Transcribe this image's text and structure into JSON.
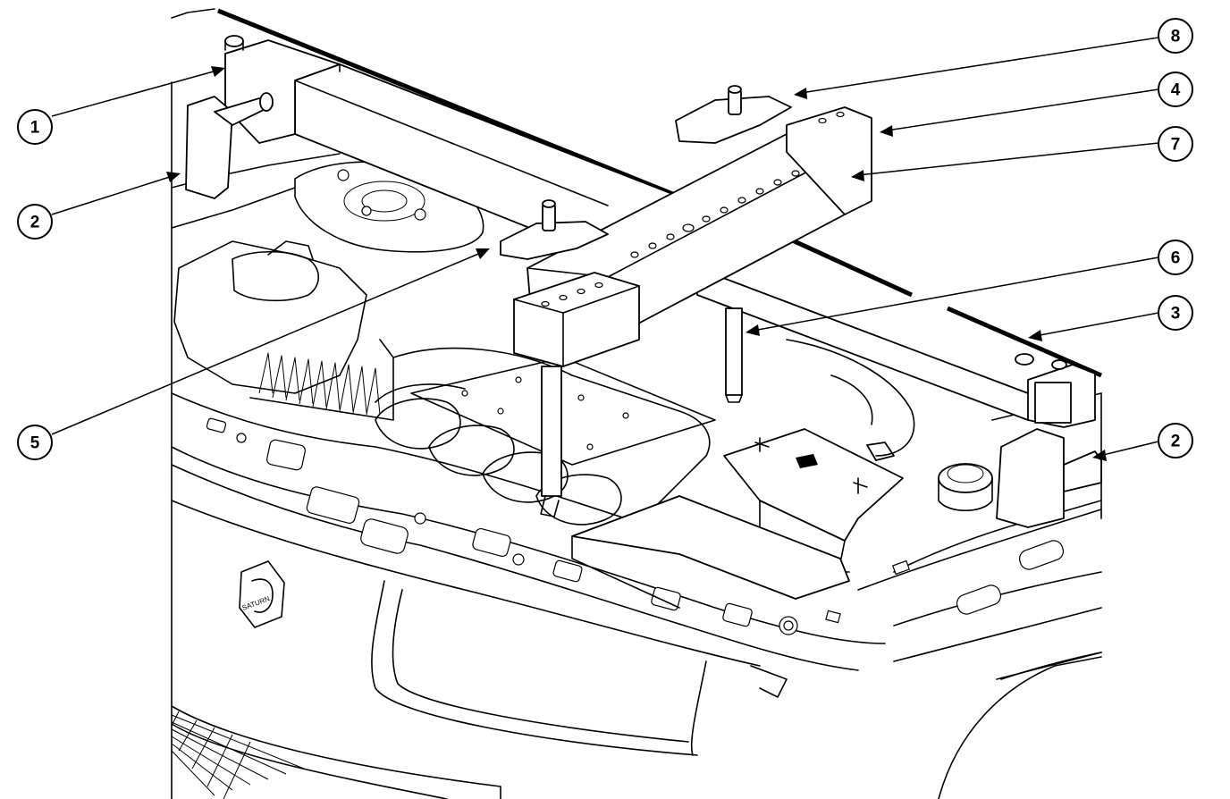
{
  "callouts": [
    {
      "id": "c1",
      "number": "1"
    },
    {
      "id": "c2a",
      "number": "2"
    },
    {
      "id": "c8",
      "number": "8"
    },
    {
      "id": "c4",
      "number": "4"
    },
    {
      "id": "c7",
      "number": "7"
    },
    {
      "id": "c6",
      "number": "6"
    },
    {
      "id": "c3",
      "number": "3"
    },
    {
      "id": "c5",
      "number": "5"
    },
    {
      "id": "c2b",
      "number": "2"
    }
  ],
  "logo": {
    "text": "SATURN"
  }
}
